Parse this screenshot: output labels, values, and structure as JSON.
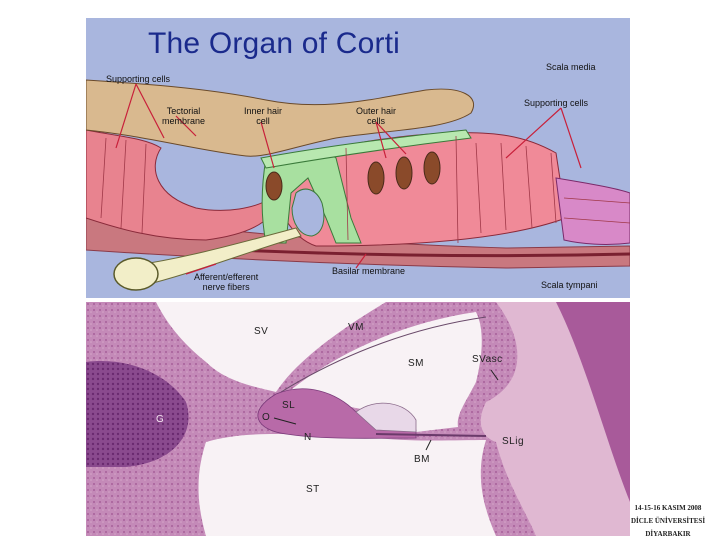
{
  "diagram": {
    "title": "The Organ of Corti",
    "labels": {
      "scala_media": "Scala media",
      "supporting_cells_left": "Supporting cells",
      "tectorial_membrane": "Tectorial\nmembrane",
      "inner_hair_cell": "Inner hair\ncell",
      "outer_hair_cells": "Outer hair\ncells",
      "supporting_cells_right": "Supporting cells",
      "basilar_membrane": "Basilar membrane",
      "nerve_fibers": "Afferent/efferent\nnerve fibers",
      "scala_tympani": "Scala tympani"
    }
  },
  "histology": {
    "labels": {
      "sv": "SV",
      "vm": "VM",
      "sm": "SM",
      "svasc": "SVasc",
      "g": "G",
      "o": "O",
      "sl": "SL",
      "n": "N",
      "bm": "BM",
      "slig": "SLig",
      "st": "ST"
    }
  },
  "caption": {
    "line1": "14-15-16 KASIM 2008",
    "line2": "DİCLE ÜNİVERSİTESİ",
    "line3": "DİYARBAKIR"
  },
  "colors": {
    "diagram_bg": "#a9b6de",
    "title": "#1a2a8c",
    "tectorial": "#d9b98f",
    "cells_pink": "#e8838f",
    "pillar_green": "#a8e0a0",
    "hair_cell_brown": "#8a4a2a",
    "histo_bg": "#c48ab8",
    "cavity": "#f8f2f5"
  }
}
